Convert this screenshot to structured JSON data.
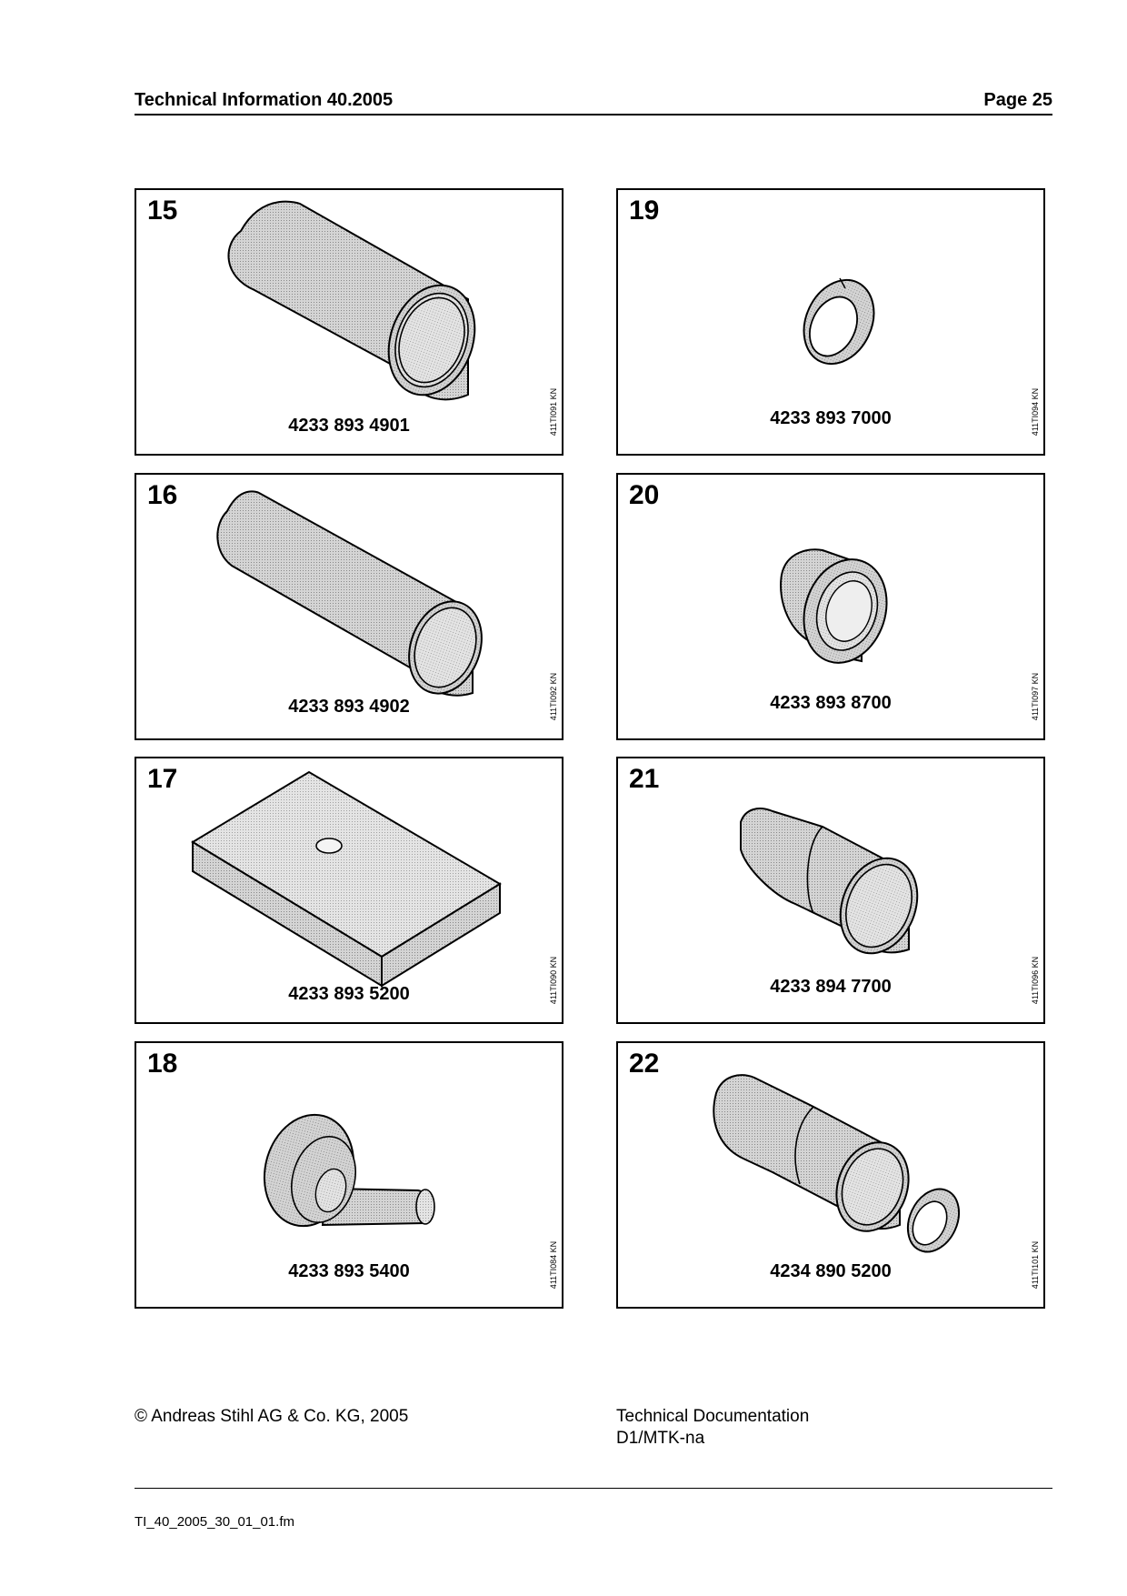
{
  "header": {
    "left": "Technical Information  40.2005",
    "right": "Page 25"
  },
  "panels": [
    {
      "number": "15",
      "code": "4233 893 4901",
      "ref": "411TI091 KN",
      "icon": "long-cylinder-sleeve-icon"
    },
    {
      "number": "19",
      "code": "4233 893 7000",
      "ref": "411TI094 KN",
      "icon": "split-ring-icon"
    },
    {
      "number": "16",
      "code": "4233 893 4902",
      "ref": "411TI092 KN",
      "icon": "long-tube-icon"
    },
    {
      "number": "20",
      "code": "4233 893 8700",
      "ref": "411TI097 KN",
      "icon": "short-bushing-icon"
    },
    {
      "number": "17",
      "code": "4233 893 5200",
      "ref": "411TI090 KN",
      "icon": "flat-plate-icon"
    },
    {
      "number": "21",
      "code": "4233 894 7700",
      "ref": "411TI096 KN",
      "icon": "tapered-sleeve-icon"
    },
    {
      "number": "18",
      "code": "4233 893 5400",
      "ref": "411TI084 KN",
      "icon": "press-pin-icon"
    },
    {
      "number": "22",
      "code": "4234 890 5200",
      "ref": "411TI101 KN",
      "icon": "stepped-sleeve-with-ring-icon"
    }
  ],
  "footer": {
    "copyright": "© Andreas Stihl AG & Co. KG, 2005",
    "doc_line1": "Technical Documentation",
    "doc_line2": "D1/MTK-na",
    "filename": "TI_40_2005_30_01_01.fm"
  }
}
